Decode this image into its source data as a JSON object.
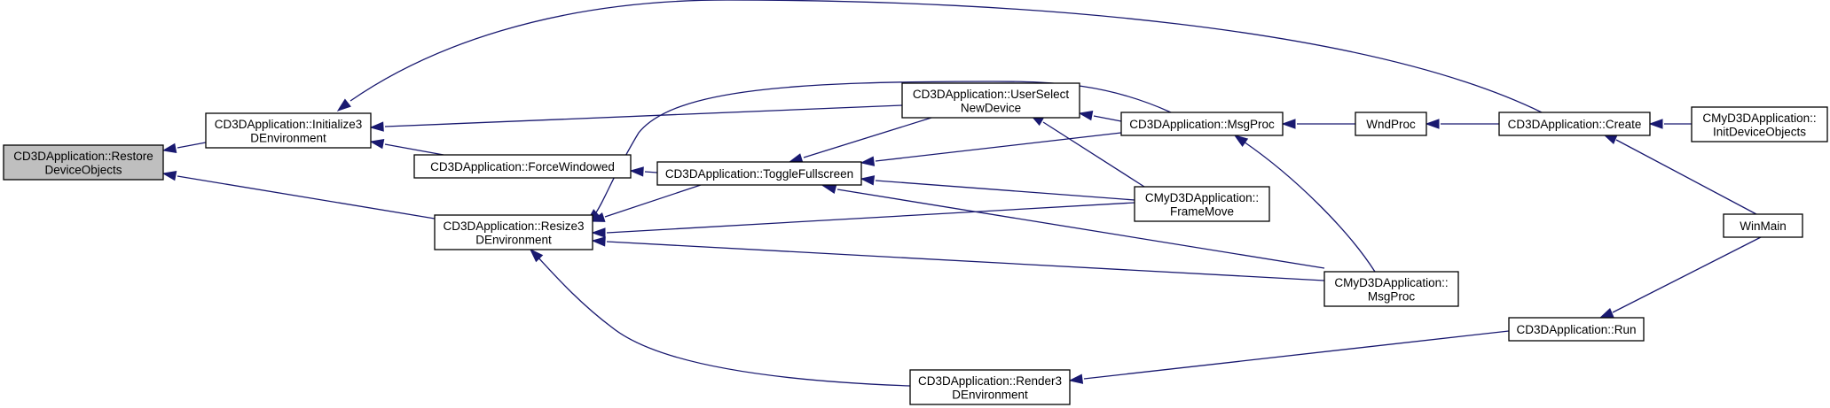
{
  "graph": {
    "direction": "right-to-left (callers point to callee)",
    "colors": {
      "edge": "#191970",
      "node_border": "#000000",
      "highlight_fill": "#bfbfbf",
      "background": "#ffffff"
    },
    "nodes": [
      {
        "id": "restore",
        "label_lines": [
          "CD3DApplication::Restore",
          "DeviceObjects"
        ],
        "highlight": true
      },
      {
        "id": "init3d",
        "label_lines": [
          "CD3DApplication::Initialize3",
          "DEnvironment"
        ]
      },
      {
        "id": "resize3d",
        "label_lines": [
          "CD3DApplication::Resize3",
          "DEnvironment"
        ]
      },
      {
        "id": "forcewin",
        "label_lines": [
          "CD3DApplication::ForceWindowed"
        ]
      },
      {
        "id": "toggle",
        "label_lines": [
          "CD3DApplication::ToggleFullscreen"
        ]
      },
      {
        "id": "usersel",
        "label_lines": [
          "CD3DApplication::UserSelect",
          "NewDevice"
        ]
      },
      {
        "id": "render3d",
        "label_lines": [
          "CD3DApplication::Render3",
          "DEnvironment"
        ]
      },
      {
        "id": "msgproc",
        "label_lines": [
          "CD3DApplication::MsgProc"
        ]
      },
      {
        "id": "framemove",
        "label_lines": [
          "CMyD3DApplication::",
          "FrameMove"
        ]
      },
      {
        "id": "mymsgproc",
        "label_lines": [
          "CMyD3DApplication::",
          "MsgProc"
        ]
      },
      {
        "id": "wndproc",
        "label_lines": [
          "WndProc"
        ]
      },
      {
        "id": "run",
        "label_lines": [
          "CD3DApplication::Run"
        ]
      },
      {
        "id": "create",
        "label_lines": [
          "CD3DApplication::Create"
        ]
      },
      {
        "id": "initdev",
        "label_lines": [
          "CMyD3DApplication::",
          "InitDeviceObjects"
        ]
      },
      {
        "id": "winmain",
        "label_lines": [
          "WinMain"
        ]
      }
    ],
    "edges": [
      {
        "from": "init3d",
        "to": "restore"
      },
      {
        "from": "resize3d",
        "to": "restore"
      },
      {
        "from": "usersel",
        "to": "init3d"
      },
      {
        "from": "forcewin",
        "to": "init3d"
      },
      {
        "from": "create",
        "to": "init3d"
      },
      {
        "from": "toggle",
        "to": "forcewin"
      },
      {
        "from": "toggle",
        "to": "resize3d"
      },
      {
        "from": "msgproc",
        "to": "resize3d"
      },
      {
        "from": "framemove",
        "to": "resize3d"
      },
      {
        "from": "mymsgproc",
        "to": "resize3d"
      },
      {
        "from": "render3d",
        "to": "resize3d"
      },
      {
        "from": "usersel",
        "to": "toggle"
      },
      {
        "from": "msgproc",
        "to": "toggle"
      },
      {
        "from": "framemove",
        "to": "toggle"
      },
      {
        "from": "mymsgproc",
        "to": "toggle"
      },
      {
        "from": "msgproc",
        "to": "usersel"
      },
      {
        "from": "framemove",
        "to": "usersel"
      },
      {
        "from": "wndproc",
        "to": "msgproc"
      },
      {
        "from": "mymsgproc",
        "to": "msgproc"
      },
      {
        "from": "create",
        "to": "wndproc"
      },
      {
        "from": "initdev",
        "to": "create"
      },
      {
        "from": "winmain",
        "to": "create"
      },
      {
        "from": "winmain",
        "to": "run"
      },
      {
        "from": "run",
        "to": "render3d"
      }
    ]
  }
}
